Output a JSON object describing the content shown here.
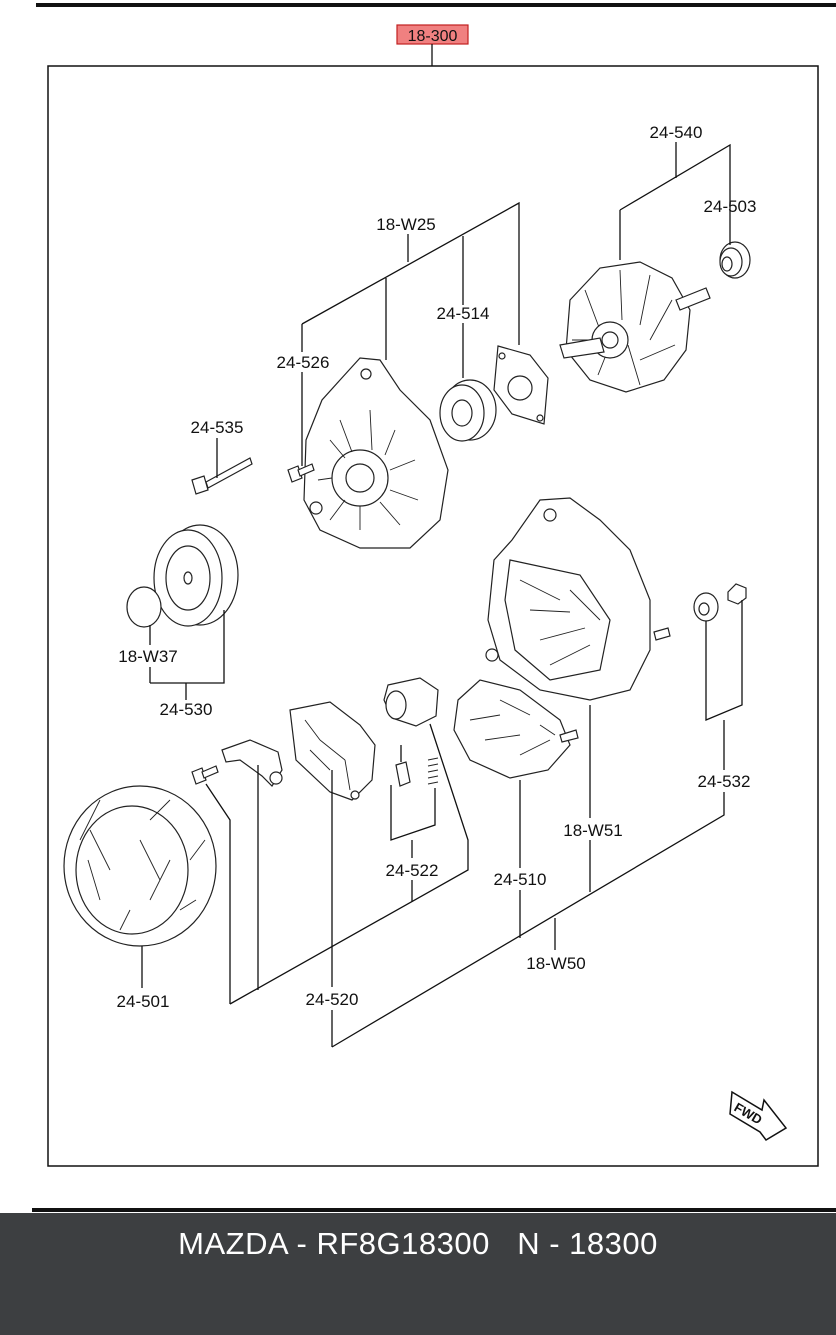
{
  "diagram": {
    "assembly_part": "18-300",
    "labels": {
      "l_24_540": "24-540",
      "l_24_503": "24-503",
      "l_18_W25": "18-W25",
      "l_24_514": "24-514",
      "l_24_526": "24-526",
      "l_24_535": "24-535",
      "l_18_W37": "18-W37",
      "l_24_530": "24-530",
      "l_24_532": "24-532",
      "l_18_W51": "18-W51",
      "l_24_522": "24-522",
      "l_24_510": "24-510",
      "l_18_W50": "18-W50",
      "l_24_501": "24-501",
      "l_24_520": "24-520"
    },
    "fwd_label": "FWD"
  },
  "caption": {
    "text": "MAZDA - RF8G18300   N - 18300"
  },
  "colors": {
    "highlight_fill": "#f08080",
    "highlight_border": "#c02020",
    "caption_bg": "#3d3f41",
    "caption_text": "#ffffff"
  }
}
